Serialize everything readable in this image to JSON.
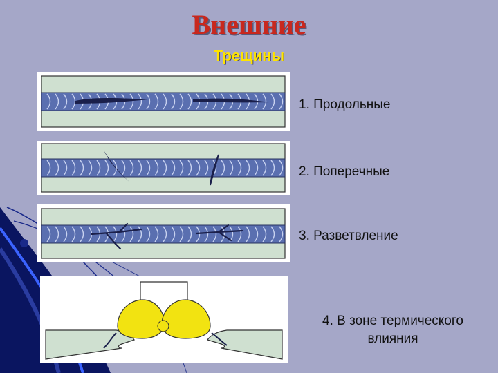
{
  "slide": {
    "title": "Внешние",
    "subtitle": "Трещины"
  },
  "items": [
    {
      "label": "1. Продольные"
    },
    {
      "label": "2. Поперечные"
    },
    {
      "label": "3. Разветвление"
    },
    {
      "label_line1": "4. В зоне термического",
      "label_line2": "влияния"
    }
  ],
  "colors": {
    "background": "#a5a7c8",
    "title": "#c8281e",
    "subtitle": "#ffe400",
    "plate": "#cfe0d0",
    "weld_bead": "#5a6fb0",
    "crack": "#1a1f4a",
    "weld_metal": "#f2e311"
  }
}
